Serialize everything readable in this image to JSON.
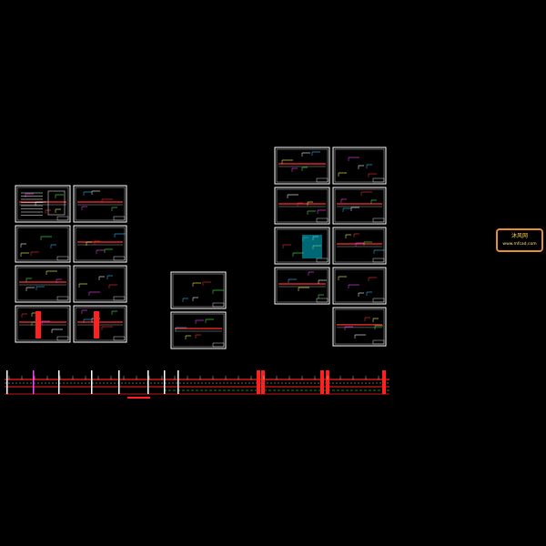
{
  "viewer": {
    "background": "#000000",
    "watermark": {
      "name": "沐风网",
      "url": "www.mfcad.com",
      "border_color": "#e8902a",
      "text_color": "#ffd24a"
    }
  },
  "sheet_groups": [
    {
      "group": "left-block",
      "sheet_count": 8
    },
    {
      "group": "middle-block",
      "sheet_count": 2
    },
    {
      "group": "right-block",
      "sheet_count": 9
    }
  ],
  "profile_strip": {
    "present": true,
    "colors": {
      "line": "#ff2020",
      "accent": "#ff40ff",
      "guide": "#ffffff"
    }
  }
}
